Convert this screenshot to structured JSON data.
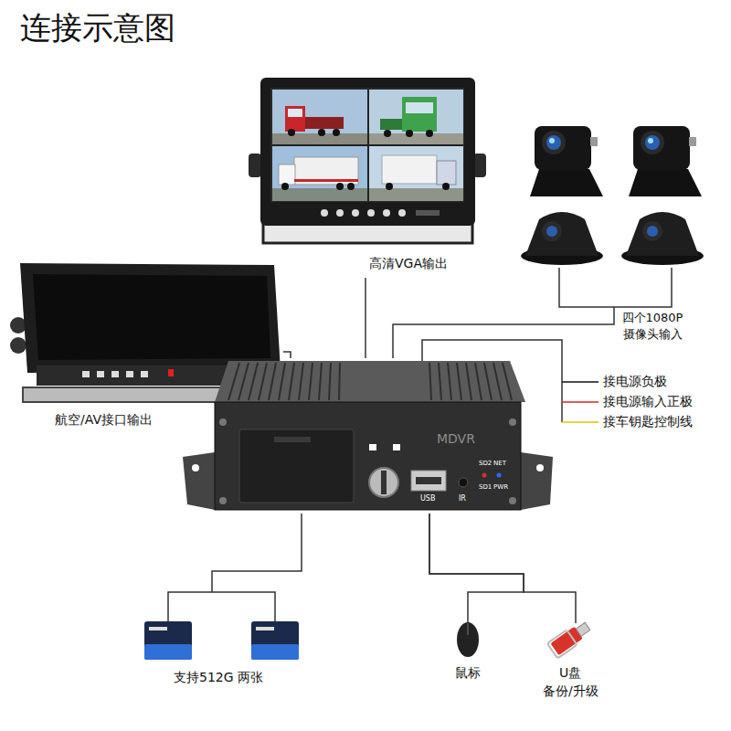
{
  "diagram": {
    "title": "连接示意图",
    "nodes": [
      {
        "text": [
          "高清VGA输出"
        ]
      },
      {
        "text": [
          "四个1080P 摄像头输入"
        ]
      },
      {
        "text": [
          "航空/AV接口输出"
        ]
      },
      {
        "text": [
          "MDVR",
          "USB",
          "IR",
          "SD2",
          "NET",
          "SD1",
          "PWR"
        ]
      },
      {
        "text": [
          "支持512G 两张"
        ]
      },
      {
        "text": [
          "鼠标"
        ]
      },
      {
        "text": [
          "U盘",
          "备份/升级"
        ]
      }
    ],
    "edges": [
      {
        "from": 3,
        "to": 0,
        "arrow": "none"
      },
      {
        "from": 3,
        "to": 1,
        "arrow": "none"
      },
      {
        "from": 3,
        "to": 2,
        "arrow": "none"
      },
      {
        "from": 3,
        "to": 4,
        "arrow": "none"
      },
      {
        "from": 3,
        "to": 5,
        "arrow": "none"
      },
      {
        "from": 3,
        "to": 6,
        "arrow": "none"
      }
    ],
    "labels": [
      "接电源负极",
      "接电源输入正极",
      "接车钥匙控制线"
    ]
  }
}
